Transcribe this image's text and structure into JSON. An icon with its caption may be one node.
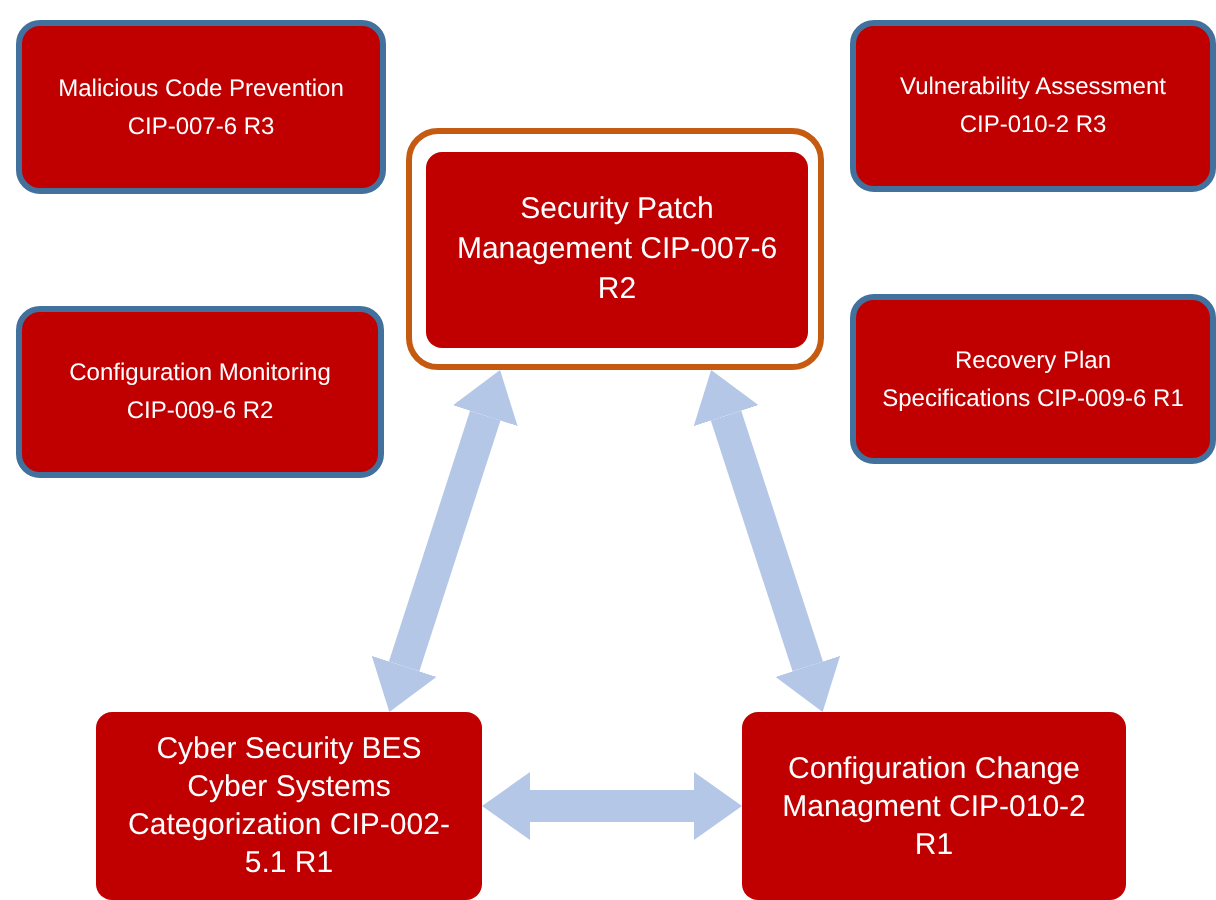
{
  "diagram": {
    "nodes": [
      {
        "text": [
          "Malicious Code Prevention CIP-007-6 R3"
        ]
      },
      {
        "text": [],
        "shape": "box"
      },
      {
        "text": [
          "Security Patch Management CIP-007-6 R2"
        ],
        "in": 1
      },
      {
        "text": [
          "Vulnerability Assessment CIP-010-2 R3"
        ]
      },
      {
        "text": [
          "Configuration Monitoring CIP-009-6 R2"
        ]
      },
      {
        "text": [
          "Recovery Plan Specifications CIP-009-6 R1"
        ]
      },
      {
        "text": [
          "Cyber Security BES Cyber Systems Categorization CIP-002-5.1 R1"
        ]
      },
      {
        "text": [
          "Configuration Change Managment CIP-010-2 R1"
        ]
      }
    ],
    "edges": [
      {
        "from": 1,
        "to": 6,
        "arrow": "both"
      },
      {
        "from": 1,
        "to": 7,
        "arrow": "both"
      },
      {
        "from": 6,
        "to": 7,
        "arrow": "both"
      }
    ]
  }
}
